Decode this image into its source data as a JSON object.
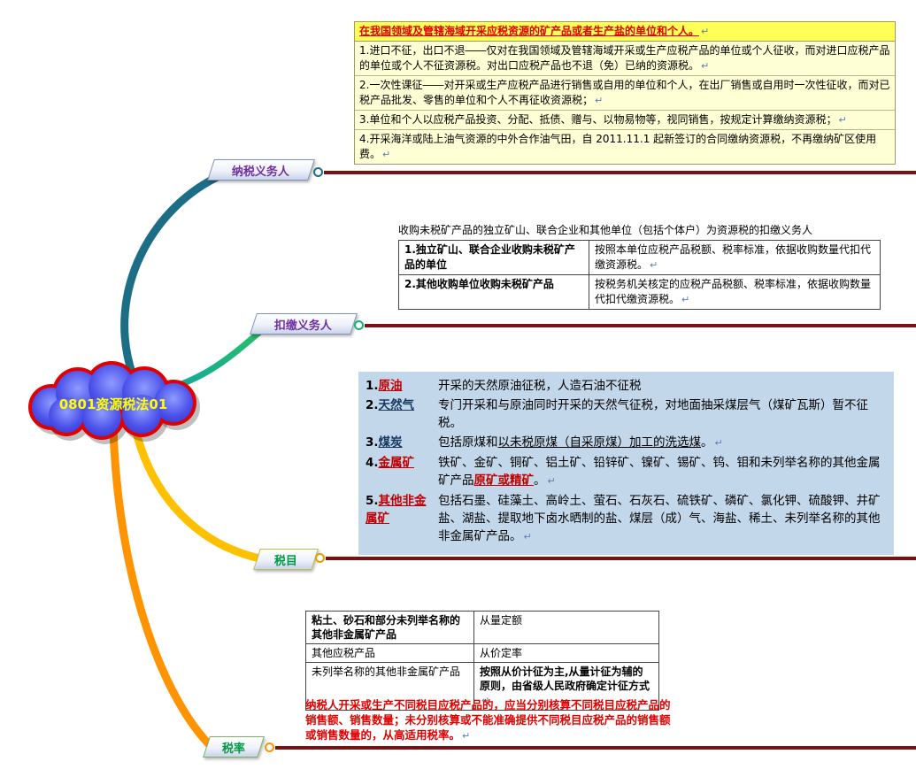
{
  "central": {
    "label": "0801资源税法01"
  },
  "branches": {
    "taxpayer": {
      "label": "纳税义务人"
    },
    "withholding": {
      "label": "扣缴义务人"
    },
    "items": {
      "label": "税目"
    },
    "rate": {
      "label": "税率"
    }
  },
  "marks": {
    "pilcrow": "↵"
  },
  "taxpayer_block": {
    "header": "在我国领域及管辖海域开采应税资源的矿产品或者生产盐的单位和个人。",
    "rows": [
      "1.进口不征，出口不退――仅对在我国领域及管辖海域开采或生产应税产品的单位或个人征收，而对进口应税产品的单位或个人不征资源税。对出口应税产品也不退（免）已纳的资源税。",
      "2.一次性课征――对开采或生产应税产品进行销售或自用的单位和个人，在出厂销售或自用时一次性征收，而对已税产品批发、零售的单位和个人不再征收资源税；",
      "3.单位和个人以应税产品投资、分配、抵债、赠与、以物易物等，视同销售，按规定计算缴纳资源税；",
      "4.开采海洋或陆上油气资源的中外合作油气田，自 2011.11.1 起新签订的合同缴纳资源税，不再缴纳矿区使用费。"
    ]
  },
  "withholding_block": {
    "title": "收购未税矿产品的独立矿山、联合企业和其他单位（包括个体户）为资源税的扣缴义务人",
    "rows": [
      {
        "left": "1.独立矿山、联合企业收购未税矿产品的单位",
        "right": "按照本单位应税产品税额、税率标准，依据收购数量代扣代缴资源税。"
      },
      {
        "left": "2.其他收购单位收购未税矿产品",
        "right": "按税务机关核定的应税产品税额、税率标准，依据收购数量代扣代缴资源税。"
      }
    ]
  },
  "items_block": {
    "rows": [
      {
        "num": "1.",
        "term": "原油",
        "desc": "开采的天然原油征税，人造石油不征税"
      },
      {
        "num": "2.",
        "term": "天然气",
        "desc": "专门开采和与原油同时开采的天然气征税，对地面抽采煤层气（煤矿瓦斯）暂不征税。"
      },
      {
        "num": "3.",
        "term": "煤炭",
        "desc_pre": "包括原煤和",
        "desc_u": "以未税原煤（自采原煤）加工的洗选煤",
        "desc_post": "。"
      },
      {
        "num": "4.",
        "term": "金属矿",
        "desc_pre": "铁矿、金矿、铜矿、铝土矿、铅锌矿、镍矿、锡矿、钨、钼和未列举名称的其他金属矿产品",
        "desc_em": "原矿或精矿",
        "desc_post": "。"
      },
      {
        "num": "5.",
        "term": "其他非金属矿",
        "desc": "包括石墨、硅藻土、高岭土、萤石、石灰石、硫铁矿、磷矿、氯化钾、硫酸钾、井矿盐、湖盐、提取地下卤水晒制的盐、煤层（成）气、海盐、稀土、未列举名称的其他非金属矿产品。"
      }
    ]
  },
  "rate_block": {
    "rows": [
      {
        "left": "粘土、砂石和部分未列举名称的其他非金属矿产品",
        "right": "从量定额"
      },
      {
        "left": "其他应税产品",
        "right": "从价定率"
      },
      {
        "left": "未列举名称的其他非金属矿产品",
        "right": "按照从价计征为主,从量计征为辅的原则，由省级人民政府确定计征方式"
      }
    ],
    "note": "纳税人开采或生产不同税目应税产品的，应当分别核算不同税目应税产品的销售额、销售数量；未分别核算或不能准确提供不同税目应税产品的销售额或销售数量的，从高适用税率。"
  },
  "colors": {
    "branch_line": "#7a1010",
    "taxpayer_curve": "#1b6e85",
    "withholding_curve": "#18b07a",
    "items_curve": "#ffc000",
    "rate_curve": "#ff9300",
    "cloud_fill": "#4a50e8",
    "cloud_border": "#e00000",
    "central_text": "#ffff00",
    "branch_label_purple": "#7030a0",
    "branch_label_green": "#009944",
    "items_panel_bg": "#c3d7ea",
    "notes_bg": "#ffffd6",
    "header_bg": "#ffff55",
    "red_text": "#e00000"
  }
}
